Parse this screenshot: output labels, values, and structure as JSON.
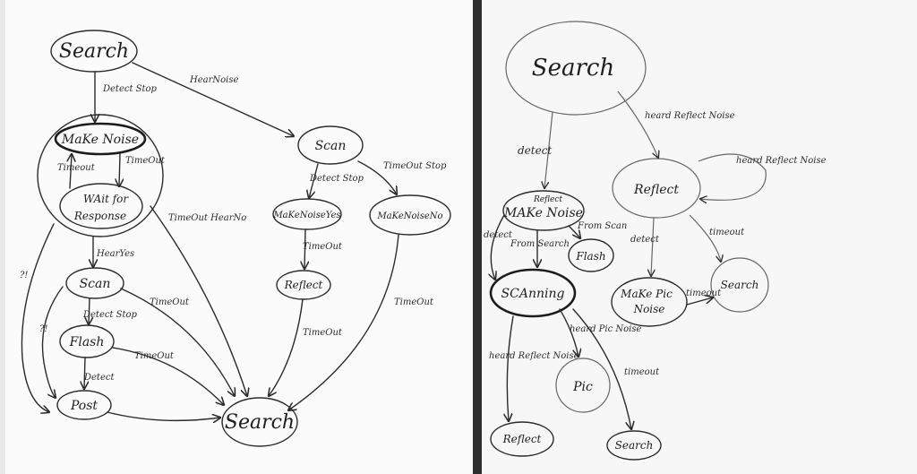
{
  "boards": {
    "left": {
      "nodes": {
        "search_top": "Search",
        "make_noise": "MaKe Noise",
        "wait_line1": "WAit for",
        "wait_line2": "Response",
        "scan_mid": "Scan",
        "flash": "Flash",
        "post": "Post",
        "search_bottom": "Search",
        "scan_right": "Scan",
        "make_noise_yes": "MaKeNoiseYes",
        "make_noise_no": "MaKeNoiseNo",
        "reflect": "Reflect"
      },
      "edges": {
        "detect_stop": "Detect Stop",
        "hear_noise": "HearNoise",
        "timeout_left": "Timeout",
        "timeout_right": "TimeOut",
        "timeout_hear_no": "TimeOut HearNo",
        "hear_yes": "HearYes",
        "question_left": "?!",
        "question_mid": "?!",
        "detect_stop_scan": "Detect Stop",
        "timeout_scan": "TimeOut",
        "timeout_flash": "TimeOut",
        "detect_flash": "Detect",
        "detect_stop_right": "Detect Stop",
        "timeout_stop": "TimeOut Stop",
        "timeout_yes": "TimeOut",
        "timeout_reflect": "TimeOut",
        "timeout_no": "TimeOut"
      }
    },
    "right": {
      "nodes": {
        "search_top": "Search",
        "reflect": "Reflect",
        "make_noise": "MAKe Noise",
        "make_noise_sub": "Reflect",
        "flash": "Flash",
        "scanning": "SCAnning",
        "make_pic_noise_1": "MaKe Pic",
        "make_pic_noise_2": "Noise",
        "search_right": "Search",
        "pic": "Pic",
        "reflect_bottom": "Reflect",
        "search_bottom": "Search"
      },
      "edges": {
        "detect": "detect",
        "heard_reflect_noise": "heard Reflect Noise",
        "heard_reflect_noise_loop": "heard Reflect Noise",
        "detect_left": "detect",
        "from_search": "From Search",
        "from_scan": "From Scan",
        "detect_reflect": "detect",
        "timeout_reflect": "timeout",
        "timeout_pic": "timeout",
        "heard_reflect_noise_scan": "heard Reflect Noise",
        "heard_pic_noise": "heard Pic Noise",
        "timeout_scan": "timeout"
      }
    }
  }
}
